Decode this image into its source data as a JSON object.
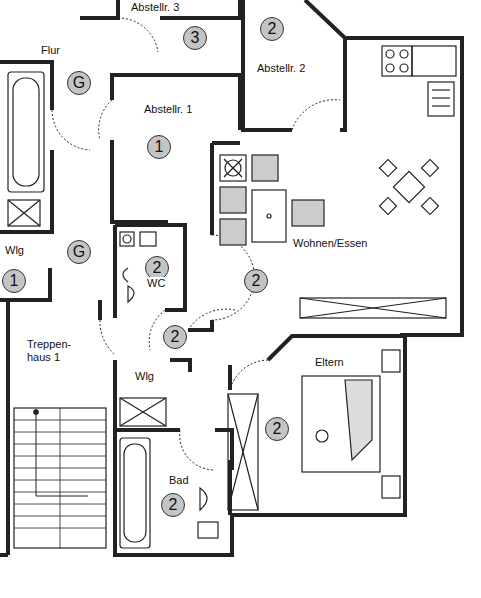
{
  "diagram": {
    "nodes": [
      {
        "text": [
          "3"
        ]
      },
      {
        "text": [
          "2"
        ]
      },
      {
        "text": [
          "G"
        ]
      },
      {
        "text": [
          "1"
        ]
      },
      {
        "text": [
          "G"
        ]
      },
      {
        "text": [
          "1"
        ]
      },
      {
        "text": [
          "2"
        ]
      },
      {
        "text": [
          "2"
        ]
      },
      {
        "text": [
          "2"
        ]
      },
      {
        "text": [
          "2"
        ]
      },
      {
        "text": [
          "2"
        ]
      }
    ],
    "labels": [
      "Abstellr. 3",
      "Flur",
      "Abstellr. 2",
      "Abstellr. 1",
      "Wohnen/Essen",
      "Wlg",
      "WC",
      "Treppen- haus 1",
      "Wlg",
      "Eltern",
      "Bad"
    ]
  }
}
